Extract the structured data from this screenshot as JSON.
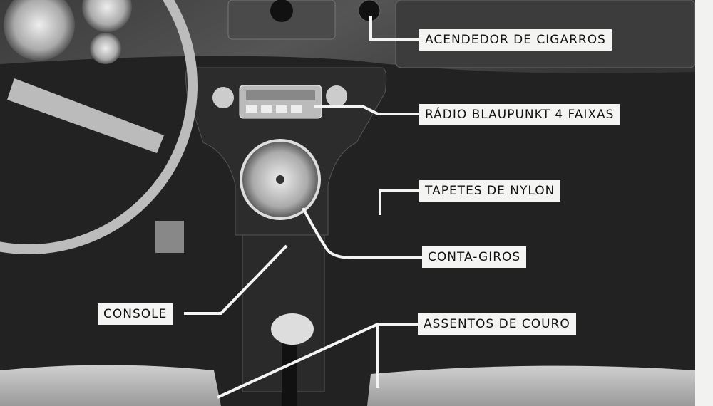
{
  "labels": {
    "cigarette_lighter": "ACENDEDOR DE CIGARROS",
    "radio": "RÁDIO BLAUPUNKT 4 FAIXAS",
    "carpets": "TAPETES DE NYLON",
    "tachometer": "CONTA-GIROS",
    "console": "CONSOLE",
    "seats": "ASSENTOS DE COURO"
  },
  "colors": {
    "label_bg": "#f4f4f2",
    "leader_line": "#f4f4f2"
  }
}
